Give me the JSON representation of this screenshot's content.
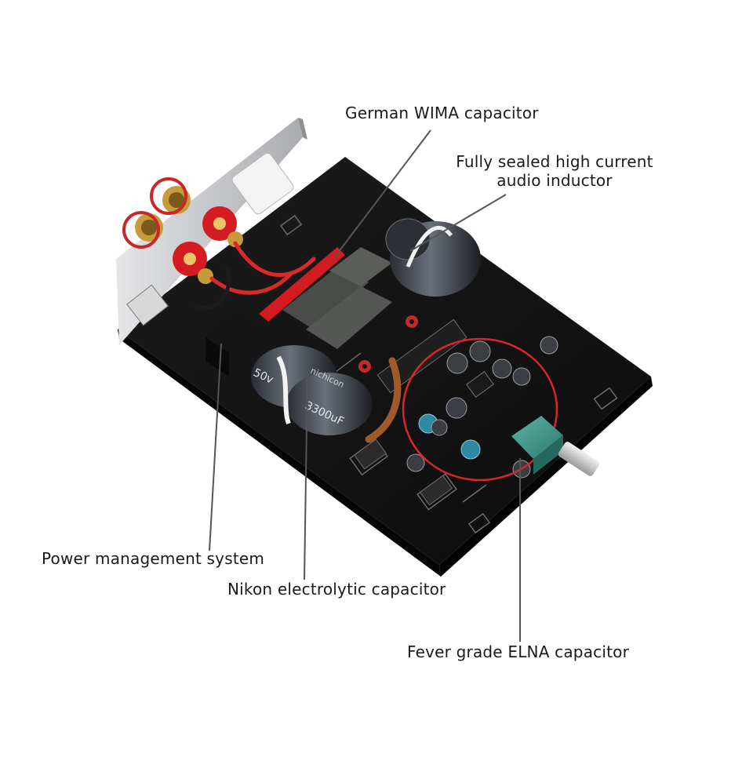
{
  "callouts": {
    "wima": "German WIMA capacitor",
    "inductor_line1": "Fully sealed high current",
    "inductor_line2": "audio inductor",
    "power": "Power management system",
    "nikon": "Nikon electrolytic capacitor",
    "elna": "Fever grade ELNA capacitor"
  },
  "capacitor_print": {
    "voltage": "50v",
    "capacitance": "3300uF",
    "brand": "nichicon"
  },
  "colors": {
    "pcb": "#141414",
    "chassis": "#c9cbce",
    "highlight_ring": "#d9262b",
    "pot_body": "#3e9486",
    "terminal_red": "#d21c22"
  }
}
